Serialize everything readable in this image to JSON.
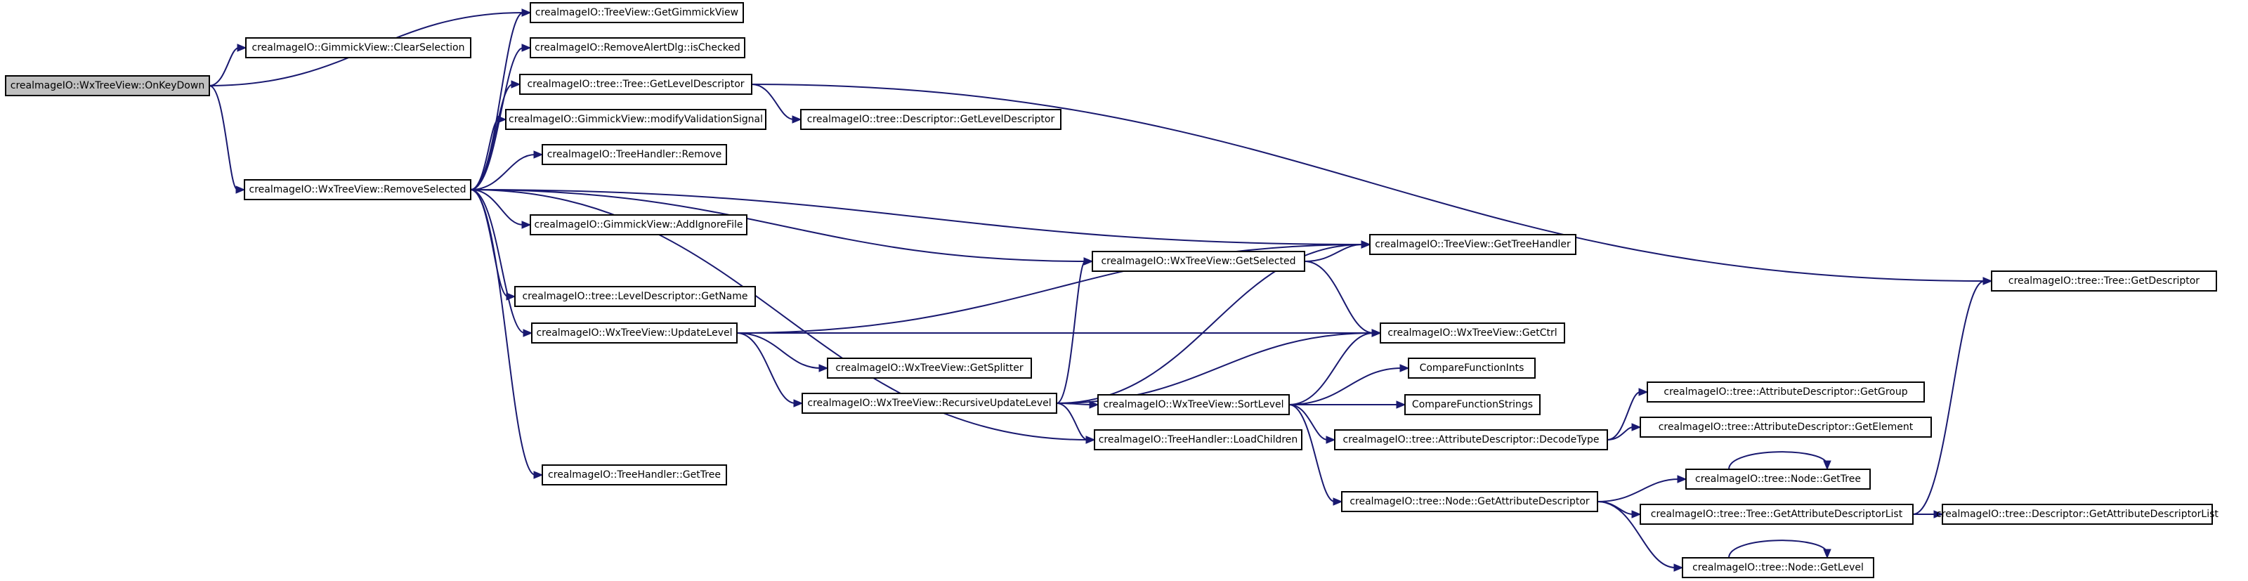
{
  "nodes": [
    {
      "id": "onkeydown",
      "label": "crealmageIO::WxTreeView::OnKeyDown",
      "root": true
    },
    {
      "id": "clearsel",
      "label": "crealmageIO::GimmickView::ClearSelection"
    },
    {
      "id": "getgimmick",
      "label": "crealmageIO::TreeView::GetGimmickView"
    },
    {
      "id": "removealert",
      "label": "crealmageIO::RemoveAlertDlg::isChecked"
    },
    {
      "id": "getleveldesc",
      "label": "crealmageIO::tree::Tree::GetLevelDescriptor"
    },
    {
      "id": "descgetlevel",
      "label": "crealmageIO::tree::Descriptor::GetLevelDescriptor"
    },
    {
      "id": "modifyvalid",
      "label": "crealmageIO::GimmickView::modifyValidationSignal"
    },
    {
      "id": "thremove",
      "label": "crealmageIO::TreeHandler::Remove"
    },
    {
      "id": "removeselected",
      "label": "crealmageIO::WxTreeView::RemoveSelected"
    },
    {
      "id": "addignore",
      "label": "crealmageIO::GimmickView::AddIgnoreFile"
    },
    {
      "id": "gettreehandler",
      "label": "crealmageIO::TreeView::GetTreeHandler"
    },
    {
      "id": "getselected",
      "label": "crealmageIO::WxTreeView::GetSelected"
    },
    {
      "id": "getdescriptor",
      "label": "crealmageIO::tree::Tree::GetDescriptor"
    },
    {
      "id": "ldgetname",
      "label": "crealmageIO::tree::LevelDescriptor::GetName"
    },
    {
      "id": "updatelevel",
      "label": "crealmageIO::WxTreeView::UpdateLevel"
    },
    {
      "id": "getctrl",
      "label": "crealmageIO::WxTreeView::GetCtrl"
    },
    {
      "id": "getsplitter",
      "label": "crealmageIO::WxTreeView::GetSplitter"
    },
    {
      "id": "cmpints",
      "label": "CompareFunctionInts"
    },
    {
      "id": "recursive",
      "label": "crealmageIO::WxTreeView::RecursiveUpdateLevel"
    },
    {
      "id": "sortlevel",
      "label": "crealmageIO::WxTreeView::SortLevel"
    },
    {
      "id": "cmpstrings",
      "label": "CompareFunctionStrings"
    },
    {
      "id": "adgetgroup",
      "label": "crealmageIO::tree::AttributeDescriptor::GetGroup"
    },
    {
      "id": "loadchildren",
      "label": "crealmageIO::TreeHandler::LoadChildren"
    },
    {
      "id": "decodetype",
      "label": "crealmageIO::tree::AttributeDescriptor::DecodeType"
    },
    {
      "id": "adgetelement",
      "label": "crealmageIO::tree::AttributeDescriptor::GetElement"
    },
    {
      "id": "thgettree",
      "label": "crealmageIO::TreeHandler::GetTree"
    },
    {
      "id": "nodegettree",
      "label": "crealmageIO::tree::Node::GetTree"
    },
    {
      "id": "nodegetattr",
      "label": "crealmageIO::tree::Node::GetAttributeDescriptor"
    },
    {
      "id": "treegetattrlist",
      "label": "crealmageIO::tree::Tree::GetAttributeDescriptorList"
    },
    {
      "id": "descgetattrlist",
      "label": "crealmageIO::tree::Descriptor::GetAttributeDescriptorList"
    },
    {
      "id": "nodegetlevel",
      "label": "crealmageIO::tree::Node::GetLevel"
    }
  ],
  "edges": [
    {
      "from": "onkeydown",
      "to": "clearsel"
    },
    {
      "from": "onkeydown",
      "to": "getgimmick"
    },
    {
      "from": "onkeydown",
      "to": "removeselected"
    },
    {
      "from": "removeselected",
      "to": "getgimmick"
    },
    {
      "from": "removeselected",
      "to": "removealert"
    },
    {
      "from": "removeselected",
      "to": "getleveldesc"
    },
    {
      "from": "removeselected",
      "to": "modifyvalid"
    },
    {
      "from": "removeselected",
      "to": "thremove"
    },
    {
      "from": "removeselected",
      "to": "addignore"
    },
    {
      "from": "removeselected",
      "to": "gettreehandler"
    },
    {
      "from": "removeselected",
      "to": "getselected"
    },
    {
      "from": "removeselected",
      "to": "ldgetname"
    },
    {
      "from": "removeselected",
      "to": "updatelevel"
    },
    {
      "from": "removeselected",
      "to": "loadchildren"
    },
    {
      "from": "removeselected",
      "to": "thgettree"
    },
    {
      "from": "getleveldesc",
      "to": "descgetlevel"
    },
    {
      "from": "getleveldesc",
      "to": "getdescriptor"
    },
    {
      "from": "getselected",
      "to": "gettreehandler"
    },
    {
      "from": "getselected",
      "to": "getctrl"
    },
    {
      "from": "updatelevel",
      "to": "gettreehandler"
    },
    {
      "from": "updatelevel",
      "to": "getctrl"
    },
    {
      "from": "updatelevel",
      "to": "getsplitter"
    },
    {
      "from": "updatelevel",
      "to": "recursive"
    },
    {
      "from": "recursive",
      "to": "getselected"
    },
    {
      "from": "recursive",
      "to": "gettreehandler"
    },
    {
      "from": "recursive",
      "to": "getctrl"
    },
    {
      "from": "recursive",
      "to": "sortlevel"
    },
    {
      "from": "recursive",
      "to": "loadchildren"
    },
    {
      "from": "sortlevel",
      "to": "getctrl"
    },
    {
      "from": "sortlevel",
      "to": "cmpints"
    },
    {
      "from": "sortlevel",
      "to": "cmpstrings"
    },
    {
      "from": "sortlevel",
      "to": "decodetype"
    },
    {
      "from": "sortlevel",
      "to": "nodegetattr"
    },
    {
      "from": "decodetype",
      "to": "adgetgroup"
    },
    {
      "from": "decodetype",
      "to": "adgetelement"
    },
    {
      "from": "nodegetattr",
      "to": "nodegettree"
    },
    {
      "from": "nodegetattr",
      "to": "treegetattrlist"
    },
    {
      "from": "nodegetattr",
      "to": "nodegetlevel"
    },
    {
      "from": "nodegettree",
      "to": "nodegettree"
    },
    {
      "from": "nodegetlevel",
      "to": "nodegetlevel"
    },
    {
      "from": "treegetattrlist",
      "to": "descgetattrlist"
    },
    {
      "from": "treegetattrlist",
      "to": "getdescriptor"
    }
  ],
  "colors": {
    "edge": "#191970",
    "node_border": "#000000",
    "node_fill": "#ffffff",
    "root_fill": "#bfbfbf"
  }
}
